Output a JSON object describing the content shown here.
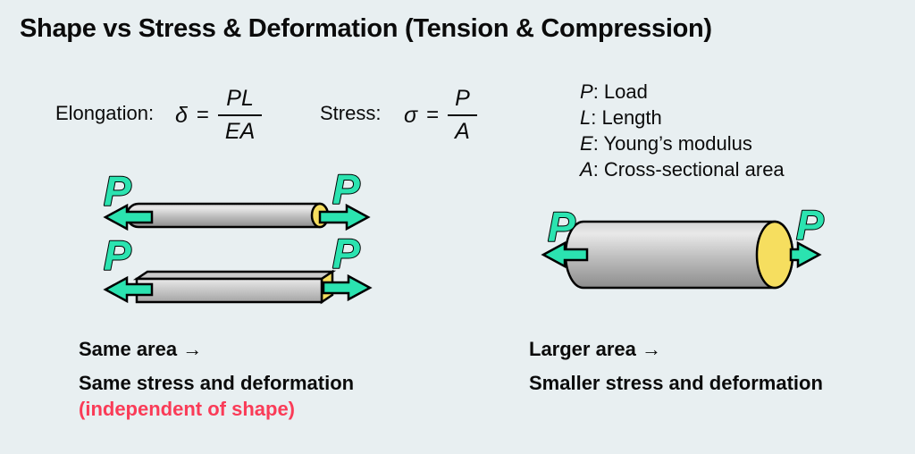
{
  "title": "Shape vs Stress & Deformation (Tension & Compression)",
  "formulas": {
    "elongation": {
      "label": "Elongation:",
      "symbol": "δ",
      "equals": "=",
      "numerator": "PL",
      "denominator": "EA"
    },
    "stress": {
      "label": "Stress:",
      "symbol": "σ",
      "equals": "=",
      "numerator": "P",
      "denominator": "A"
    }
  },
  "legend": {
    "items": [
      {
        "symbol": "P",
        "desc": ": Load"
      },
      {
        "symbol": "L",
        "desc": ": Length"
      },
      {
        "symbol": "E",
        "desc": ": Young’s modulus"
      },
      {
        "symbol": "A",
        "desc": ": Cross-sectional area"
      }
    ]
  },
  "diagrams": {
    "load_label": "P",
    "left_shapes": [
      "thin cylinder bar",
      "thin square bar"
    ],
    "right_shape": "large cylinder bar"
  },
  "captions": {
    "left": {
      "line1": "Same area →",
      "line2": "Same stress and deformation",
      "line3": "(independent of shape)"
    },
    "right": {
      "line1": "Larger area →",
      "line2": "Smaller stress and deformation"
    }
  },
  "colors": {
    "background": "#e8eff1",
    "accent_teal": "#2be3b0",
    "end_face_yellow": "#f6de5f",
    "highlight_red": "#fa3b57",
    "text": "#0b0b0b"
  }
}
